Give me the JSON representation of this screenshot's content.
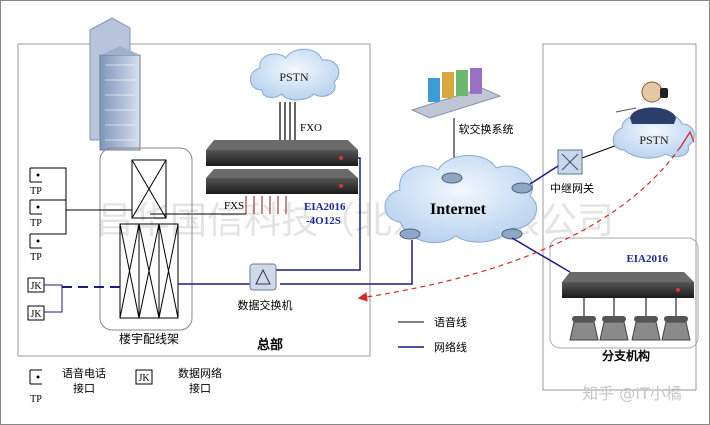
{
  "labels": {
    "pstn_top": "PSTN",
    "fxo": "FXO",
    "fxs": "FXS",
    "eia_hq_1": "EIA2016",
    "eia_hq_2": "-4O12S",
    "softswitch": "软交换系统",
    "internet": "Internet",
    "trunk_gateway": "中继网关",
    "pstn_right": "PSTN",
    "eia_branch": "EIA2016",
    "data_switch": "数据交换机",
    "building_frame": "楼宇配线架",
    "headquarters": "总部",
    "branch": "分支机构"
  },
  "ports": {
    "tp": [
      "TP",
      "TP",
      "TP"
    ],
    "jk": [
      "JK",
      "JK"
    ]
  },
  "legend": {
    "voice_line": "语音线",
    "network_line": "网络线",
    "tp_symbol": "TP",
    "tp_desc_1": "语音电话",
    "tp_desc_2": "接口",
    "jk_symbol": "JK",
    "jk_desc_1": "数据网络",
    "jk_desc_2": "接口"
  },
  "watermark": {
    "company": "昌华国信科技（北京）有限公司",
    "zhihu": "知乎 @IT小橘"
  },
  "colors": {
    "voice_line": "#000000",
    "network_line": "#1a1a8c",
    "dashed_link": "#d42a2a",
    "eia_text": "#1a2a99",
    "cloud": "#c7dcef",
    "device": "#2c2c2c"
  }
}
